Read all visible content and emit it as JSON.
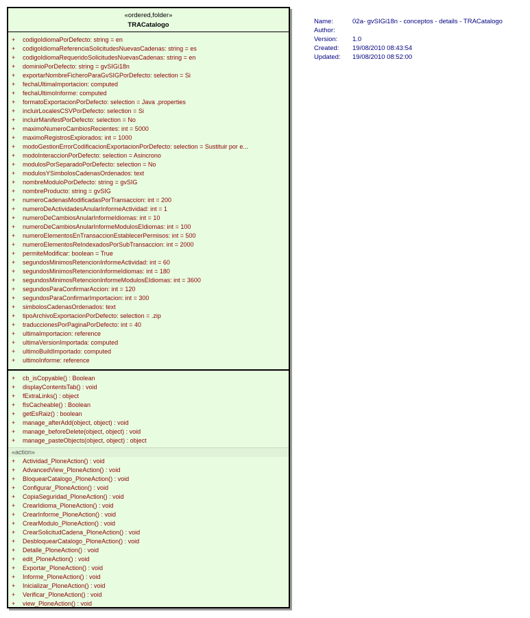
{
  "class": {
    "stereotype": "«ordered,folder»",
    "name": "TRACatalogo",
    "attributes": [
      {
        "vis": "+",
        "text": "codigoIdiomaPorDefecto:  string = en"
      },
      {
        "vis": "+",
        "text": "codigoIdiomaReferenciaSolicitudesNuevasCadenas:  string = es"
      },
      {
        "vis": "+",
        "text": "codigoIdiomaRequeridoSolicitudesNuevasCadenas:  string = en"
      },
      {
        "vis": "+",
        "text": "dominioPorDefecto:  string = gvSIGi18n"
      },
      {
        "vis": "+",
        "text": "exportarNombreFicheroParaGvSIGPorDefecto:  selection = Si"
      },
      {
        "vis": "+",
        "text": "fechaUltimaImportacion:  computed"
      },
      {
        "vis": "+",
        "text": "fechaUltimoInforme:  computed"
      },
      {
        "vis": "+",
        "text": "formatoExportacionPorDefecto:  selection = Java .properties"
      },
      {
        "vis": "+",
        "text": "incluirLocalesCSVPorDefecto:  selection = Si"
      },
      {
        "vis": "+",
        "text": "incluirManifestPorDefecto:  selection = No"
      },
      {
        "vis": "+",
        "text": "maximoNumeroCambiosRecientes:  int = 5000"
      },
      {
        "vis": "+",
        "text": "maximoRegistrosExplorados:  int = 1000"
      },
      {
        "vis": "+",
        "text": "modoGestionErrorCodificacionExportacionPorDefecto:  selection = Sustituir por e..."
      },
      {
        "vis": "+",
        "text": "modoInteraccionPorDefecto:  selection = Asincrono"
      },
      {
        "vis": "+",
        "text": "modulosPorSeparadoPorDefecto:  selection = No"
      },
      {
        "vis": "+",
        "text": "modulosYSimbolosCadenasOrdenados:  text"
      },
      {
        "vis": "+",
        "text": "nombreModuloPorDefecto:  string = gvSIG"
      },
      {
        "vis": "+",
        "text": "nombreProducto:  string = gvSIG"
      },
      {
        "vis": "+",
        "text": "numeroCadenasModificadasPorTransaccion:  int = 200"
      },
      {
        "vis": "+",
        "text": "numeroDeActividadesAnularInformeActividad:  int = 1"
      },
      {
        "vis": "+",
        "text": "numeroDeCambiosAnularInformeIdiomas:  int = 10"
      },
      {
        "vis": "+",
        "text": "numeroDeCambiosAnularInformeModulosEIdiomas:  int = 100"
      },
      {
        "vis": "+",
        "text": "numeroElementosEnTransaccionEstablecerPermisos:  int = 500"
      },
      {
        "vis": "+",
        "text": "numeroElementosReIndexadosPorSubTransaccion:  int = 2000"
      },
      {
        "vis": "+",
        "text": "permiteModificar:  boolean = True"
      },
      {
        "vis": "+",
        "text": "segundosMinimosRetencionInformeActividad:  int = 60"
      },
      {
        "vis": "+",
        "text": "segundosMinimosRetencionInformeIdiomas:  int = 180"
      },
      {
        "vis": "+",
        "text": "segundosMinimosRetencionInformeModulosEIdiomas:  int = 3600"
      },
      {
        "vis": "+",
        "text": "segundosParaConfirmarAccion:  int = 120"
      },
      {
        "vis": "+",
        "text": "segundosParaConfirmarImportacion:  int = 300"
      },
      {
        "vis": "+",
        "text": "simbolosCadenasOrdenados:  text"
      },
      {
        "vis": "+",
        "text": "tipoArchivoExportacionPorDefecto:  selection = .zip"
      },
      {
        "vis": "+",
        "text": "traduccionesPorPaginaPorDefecto:  int = 40"
      },
      {
        "vis": "+",
        "text": "ultimaImportacion:  reference"
      },
      {
        "vis": "+",
        "text": "ultimaVersionImportada:  computed"
      },
      {
        "vis": "+",
        "text": "ultimoBuildImportado:  computed"
      },
      {
        "vis": "+",
        "text": "ultimoInforme:  reference"
      }
    ],
    "operations": [
      {
        "vis": "+",
        "text": "cb_isCopyable() : Boolean"
      },
      {
        "vis": "+",
        "text": "displayContentsTab() : void"
      },
      {
        "vis": "+",
        "text": "fExtraLinks() : object"
      },
      {
        "vis": "+",
        "text": "fIsCacheable() : Boolean"
      },
      {
        "vis": "+",
        "text": "getEsRaiz() : boolean"
      },
      {
        "vis": "+",
        "text": "manage_afterAdd(object, object) : void"
      },
      {
        "vis": "+",
        "text": "manage_beforeDelete(object, object) : void"
      },
      {
        "vis": "+",
        "text": "manage_pasteObjects(object, object) : object"
      }
    ],
    "action_stereotype": "«action»",
    "action_operations": [
      {
        "vis": "+",
        "text": "Actividad_PloneAction() : void"
      },
      {
        "vis": "+",
        "text": "AdvancedView_PloneAction() : void"
      },
      {
        "vis": "+",
        "text": "BloquearCatalogo_PloneAction() : void"
      },
      {
        "vis": "+",
        "text": "Configurar_PloneAction() : void"
      },
      {
        "vis": "+",
        "text": "CopiaSeguridad_PloneAction() : void"
      },
      {
        "vis": "+",
        "text": "CrearIdioma_PloneAction() : void"
      },
      {
        "vis": "+",
        "text": "CrearInforme_PloneAction() : void"
      },
      {
        "vis": "+",
        "text": "CrearModulo_PloneAction() : void"
      },
      {
        "vis": "+",
        "text": "CrearSolicitudCadena_PloneAction() : void"
      },
      {
        "vis": "+",
        "text": "DesbloquearCatalogo_PloneAction() : void"
      },
      {
        "vis": "+",
        "text": "Detalle_PloneAction() : void"
      },
      {
        "vis": "+",
        "text": "edit_PloneAction() : void"
      },
      {
        "vis": "+",
        "text": "Exportar_PloneAction() : void"
      },
      {
        "vis": "+",
        "text": "Informe_PloneAction() : void"
      },
      {
        "vis": "+",
        "text": "Inicializar_PloneAction() : void"
      },
      {
        "vis": "+",
        "text": "Verificar_PloneAction() : void"
      },
      {
        "vis": "+",
        "text": "view_PloneAction() : void"
      }
    ]
  },
  "properties": [
    {
      "key": "Name:",
      "value": "02a- gvSIGi18n - conceptos - details - TRACatalogo"
    },
    {
      "key": "Author:",
      "value": ""
    },
    {
      "key": "Version:",
      "value": "1.0"
    },
    {
      "key": "Created:",
      "value": "19/08/2010 08:43:54"
    },
    {
      "key": "Updated:",
      "value": "19/08/2010 08:52:00"
    }
  ]
}
